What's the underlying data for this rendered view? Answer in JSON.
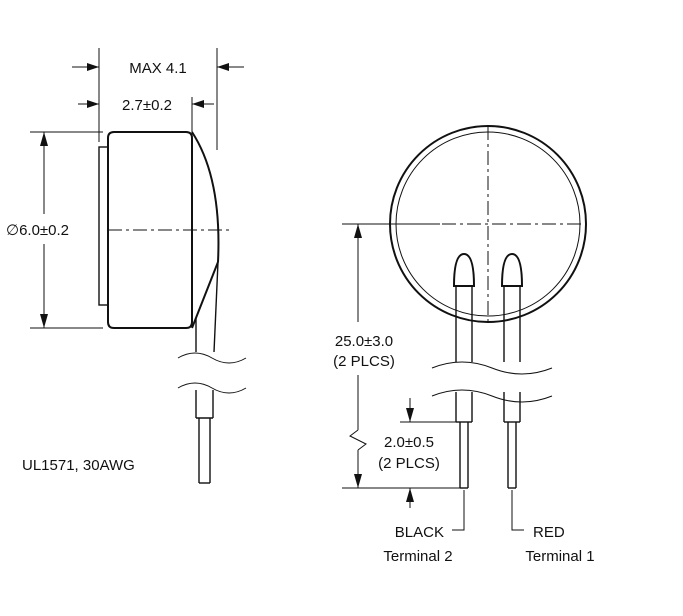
{
  "side_view": {
    "max_length": "MAX 4.1",
    "body_length": "2.7±0.2",
    "diameter": "∅6.0±0.2",
    "wire_spec": "UL1571, 30AWG"
  },
  "front_view": {
    "lead_length": "25.0±3.0",
    "lead_length_note": "(2 PLCS)",
    "strip_length": "2.0±0.5",
    "strip_length_note": "(2 PLCS)"
  },
  "terminals": [
    {
      "color": "BLACK",
      "name": "Terminal 2"
    },
    {
      "color": "RED",
      "name": "Terminal 1"
    }
  ]
}
